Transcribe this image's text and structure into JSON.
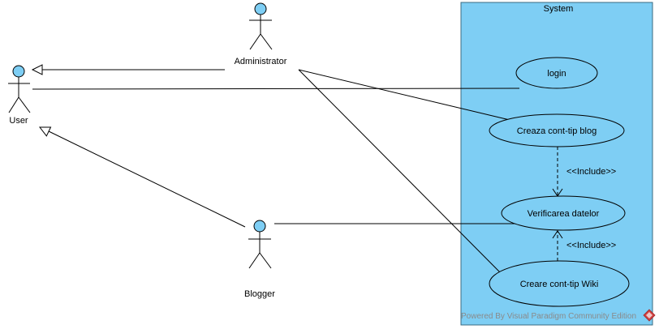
{
  "colors": {
    "system_fill": "#7ecef4",
    "system_stroke": "#3a6b82",
    "usecase_fill": "#7ecef4",
    "actor_head_fill": "#7ecef4",
    "line": "#000000",
    "watermark": "#8a8a8a",
    "logo": "#d04040"
  },
  "system": {
    "label": "System"
  },
  "actors": {
    "user": "User",
    "administrator": "Administrator",
    "blogger": "Blogger"
  },
  "usecases": {
    "login": "login",
    "creaza": "Creaza cont-tip blog",
    "verificarea": "Verificarea datelor",
    "creare": "Creare cont-tip Wiki"
  },
  "relations": {
    "include_1": "<<Include>>",
    "include_2": "<<Include>>"
  },
  "footer": {
    "watermark": "Powered By  Visual Paradigm Community Edition",
    "logo_icon": "visual-paradigm-logo-icon"
  }
}
